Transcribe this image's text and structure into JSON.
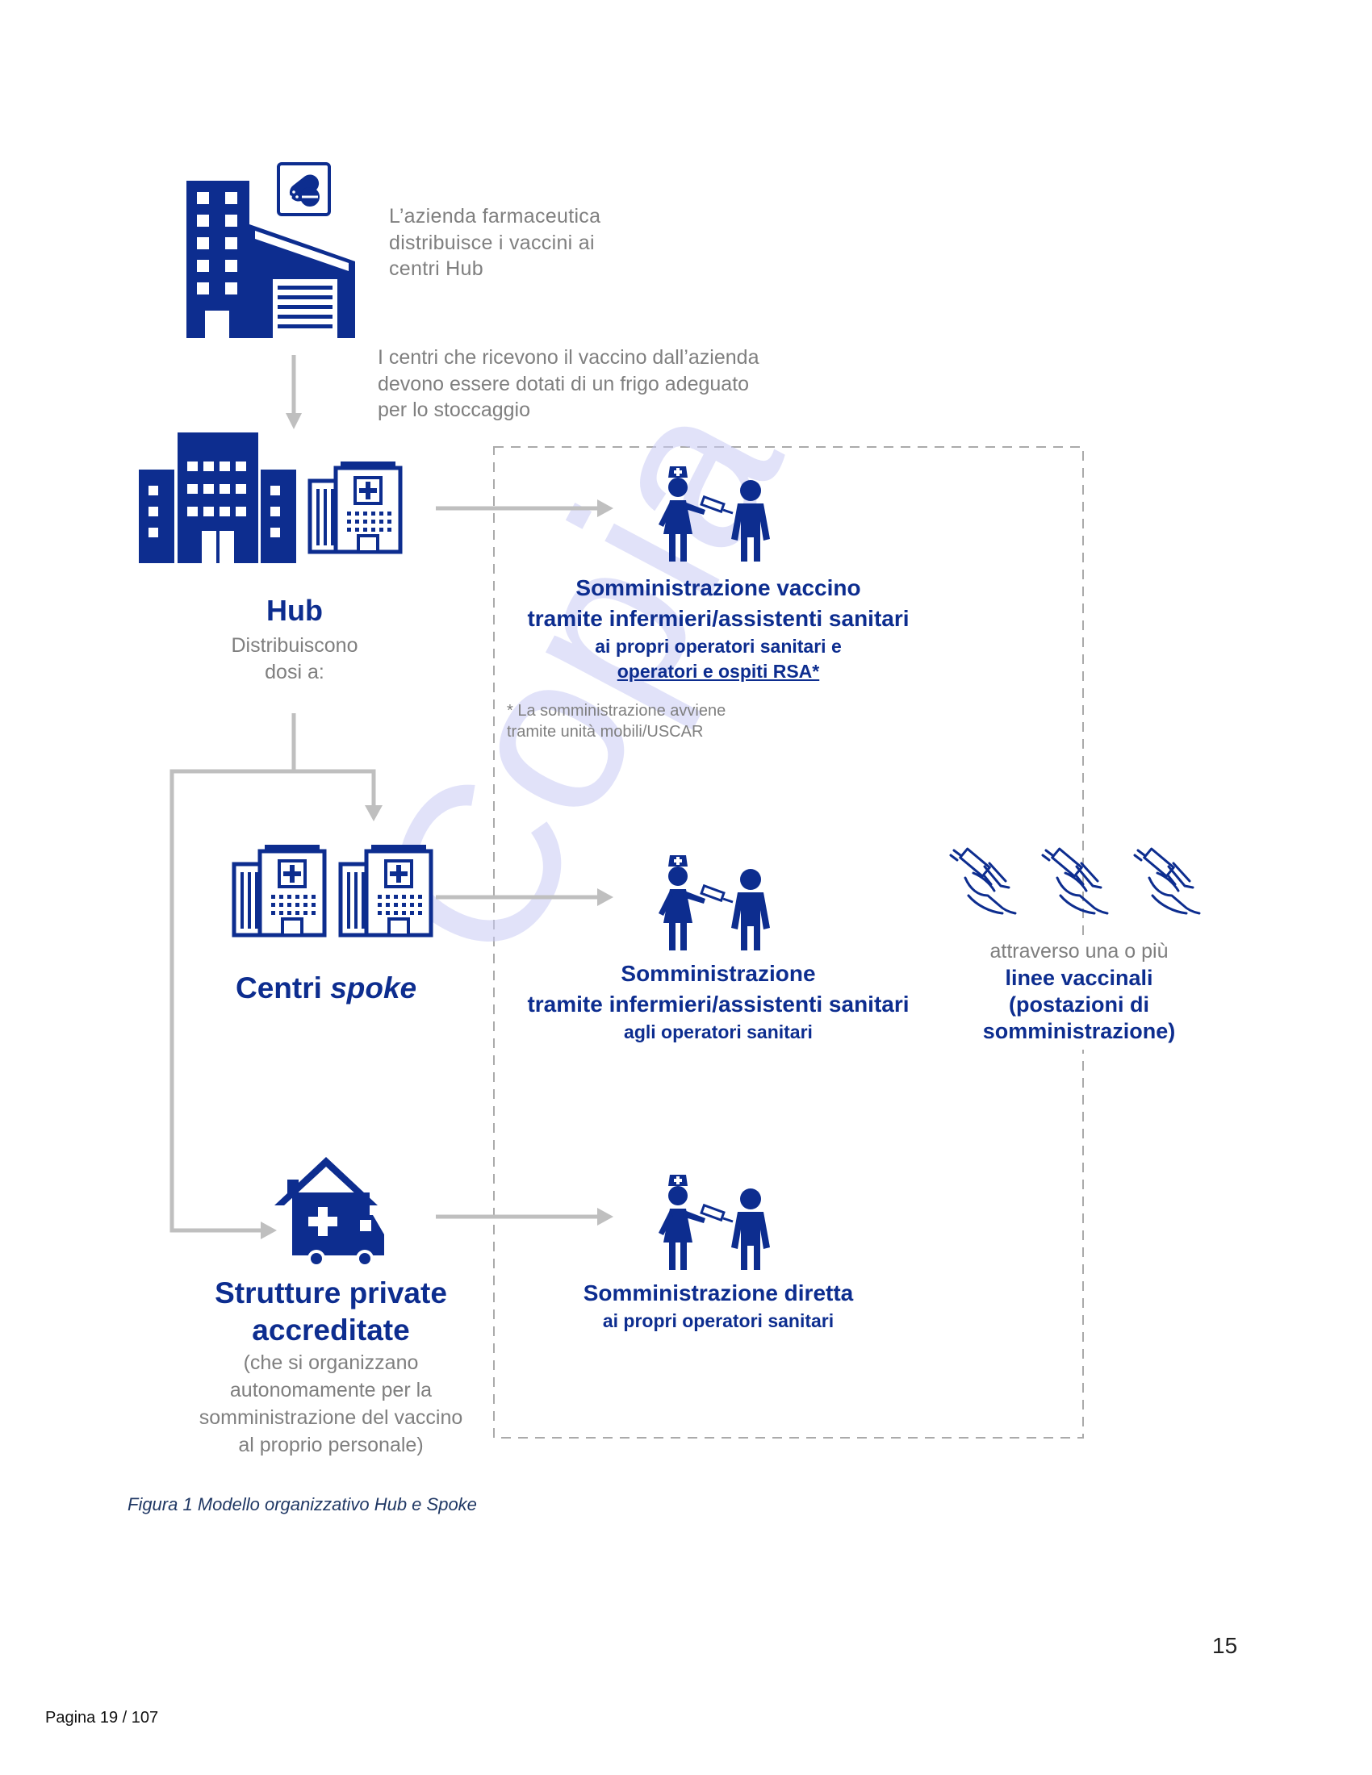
{
  "colors": {
    "primary": "#0d2d8f",
    "grey_text": "#7f7f7f",
    "arrow": "#bfbfbf",
    "watermark": "#c9ccf5"
  },
  "watermark": {
    "text": "Copia"
  },
  "intro": {
    "pharma_text_1": "L’azienda farmaceutica",
    "pharma_text_2": "distribuisce i vaccini ai",
    "pharma_text_3": "centri Hub",
    "storage_text_1": "I centri che ricevono il vaccino dall’azienda",
    "storage_text_2": "devono essere dotati di un frigo adeguato",
    "storage_text_3": "per lo stoccaggio"
  },
  "hub": {
    "title": "Hub",
    "subtitle_1": "Distribuiscono",
    "subtitle_2": "dosi a:"
  },
  "hub_admin": {
    "line1": "Somministrazione vaccino",
    "line2": "tramite infermieri/assistenti sanitari",
    "line3": "ai propri operatori sanitari e",
    "line4": "operatori e ospiti RSA*",
    "note_1": "* La somministrazione avviene",
    "note_2": "tramite unità mobili/USCAR"
  },
  "spoke": {
    "title": "Centri ",
    "title_italic": "spoke"
  },
  "spoke_admin": {
    "line1": "Somministrazione",
    "line2": "tramite infermieri/assistenti sanitari",
    "line3": "agli operatori sanitari"
  },
  "lines": {
    "line1": "attraverso una o più",
    "line2": "linee vaccinali",
    "line3": "(postazioni di",
    "line4": "somministrazione)"
  },
  "private": {
    "title_1": "Strutture private",
    "title_2": "accreditate",
    "desc_1": "(che si organizzano",
    "desc_2": "autonomamente per la",
    "desc_3": "somministrazione del vaccino",
    "desc_4": "al proprio personale)"
  },
  "private_admin": {
    "line1": "Somministrazione diretta",
    "line2": "ai propri operatori sanitari"
  },
  "caption": "Figura 1 Modello organizzativo Hub e Spoke",
  "page_number": "15",
  "footer": "Pagina 19 / 107",
  "icons": [
    "factory-icon",
    "pills-icon",
    "city-buildings-icon",
    "hospital-icon",
    "nurse-vaccinating-icon",
    "house-ambulance-icon",
    "syringe-hand-icon"
  ]
}
